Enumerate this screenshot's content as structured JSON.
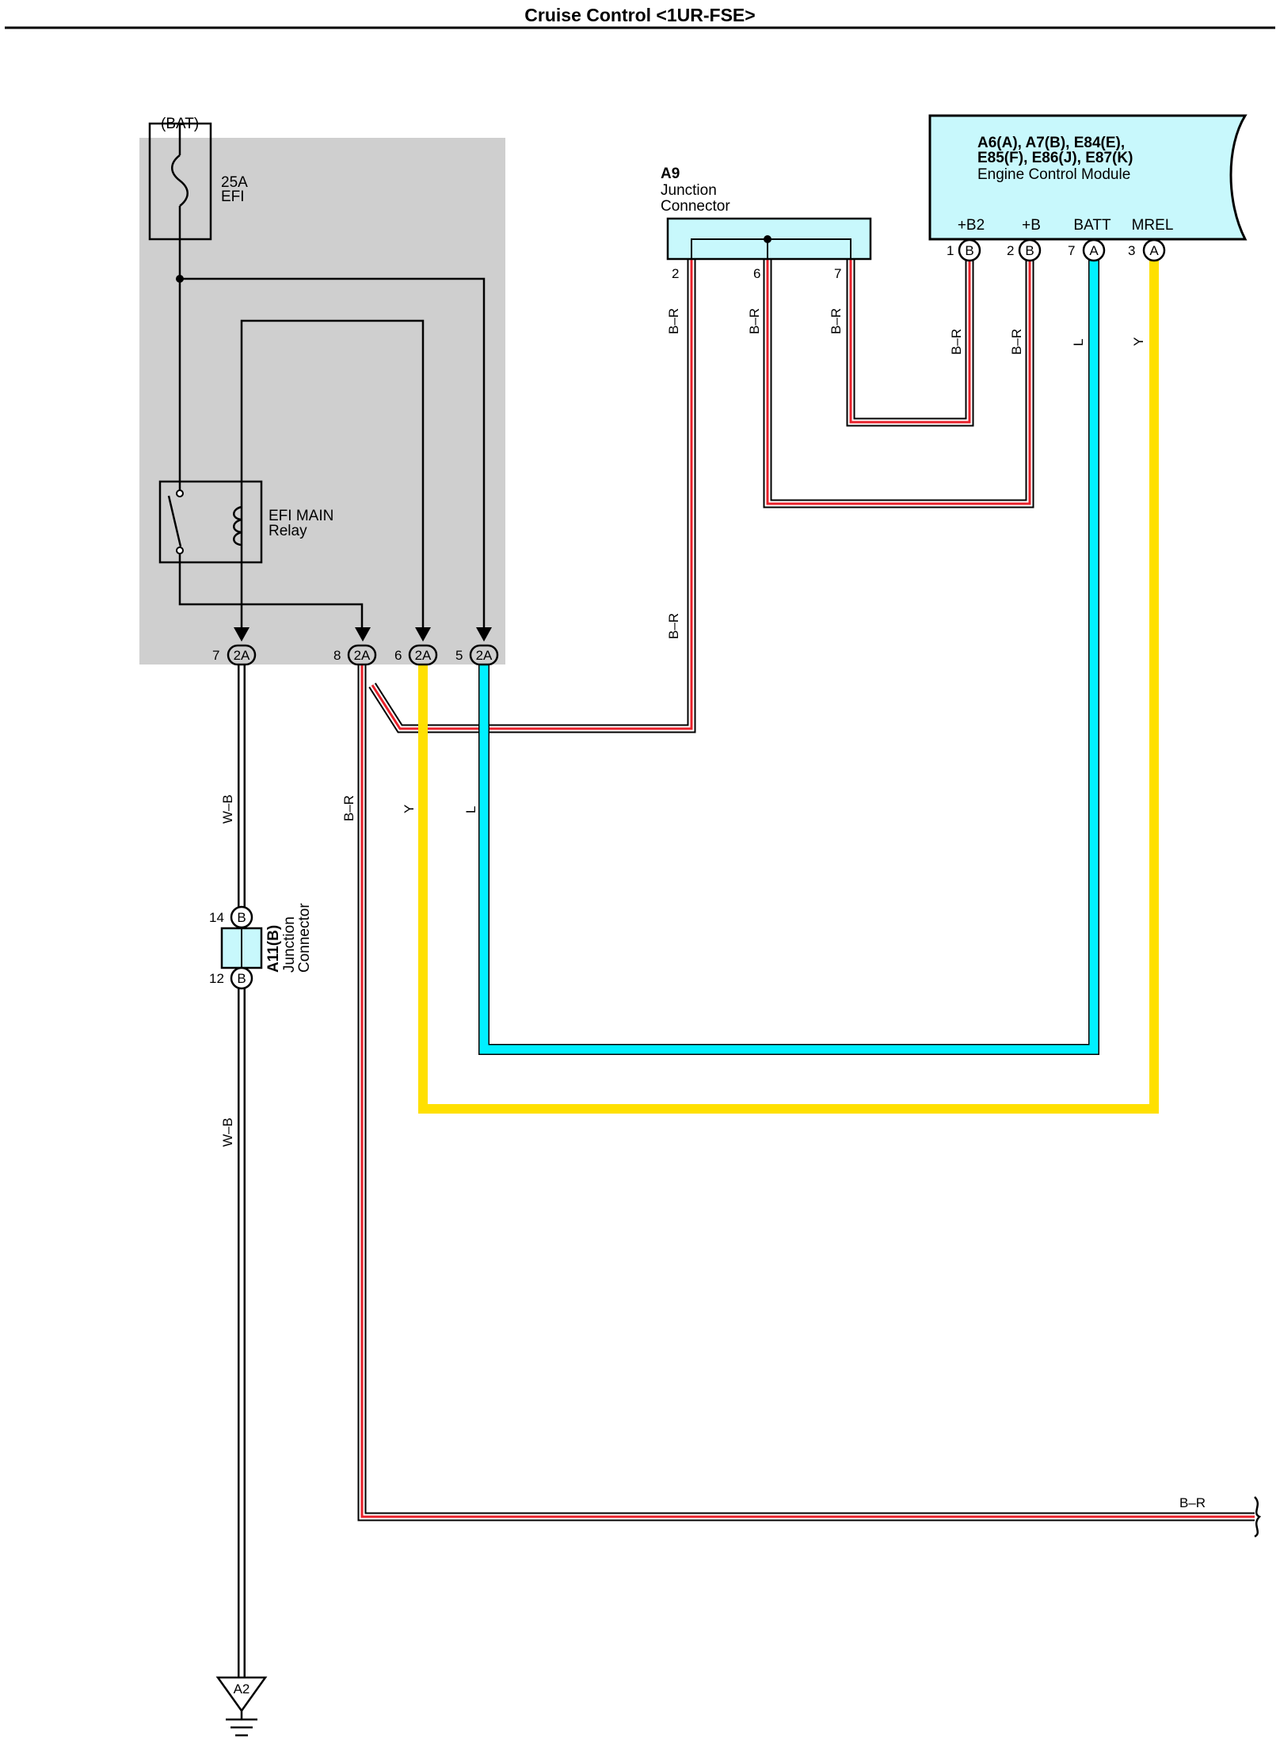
{
  "title": "Cruise Control <1UR-FSE>",
  "relay_box": {
    "bat_label": "(BAT)",
    "fuse_rating": "25A",
    "fuse_name": "EFI",
    "relay_name": "EFI MAIN",
    "relay_word": "Relay",
    "connector_code": "2A",
    "pins": [
      "7",
      "8",
      "6",
      "5"
    ]
  },
  "a9": {
    "code": "A9",
    "line1": "Junction",
    "line2": "Connector",
    "pins": [
      "2",
      "6",
      "7"
    ]
  },
  "ecm": {
    "line1": "A6(A), A7(B), E84(E),",
    "line2": "E85(F), E86(J), E87(K)",
    "line3": "Engine Control Module",
    "terminals": [
      {
        "name": "+B2",
        "pin": "1",
        "conn": "B"
      },
      {
        "name": "+B",
        "pin": "2",
        "conn": "B"
      },
      {
        "name": "BATT",
        "pin": "7",
        "conn": "A"
      },
      {
        "name": "MREL",
        "pin": "3",
        "conn": "A"
      }
    ]
  },
  "a11": {
    "code": "A11(B)",
    "line1": "Junction",
    "line2": "Connector",
    "pin_top": "14",
    "pin_bottom": "12",
    "conn": "B"
  },
  "ground": {
    "code": "A2"
  },
  "wires": {
    "wb": "W–B",
    "br": "B–R",
    "y": "Y",
    "l": "L"
  },
  "colors": {
    "light_blue": "#00f0ff",
    "yellow": "#ffe000",
    "red": "#e8202a",
    "box_fill": "#cfcfcf",
    "component_fill": "#c8f8fc"
  }
}
